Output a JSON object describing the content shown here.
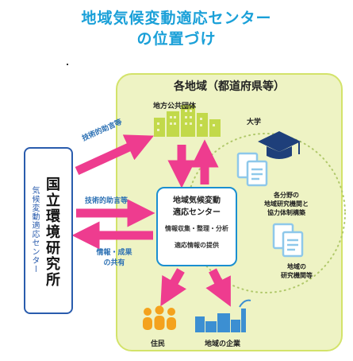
{
  "title": {
    "line1": "地域気候変動適応センター",
    "line2": "の位置づけ"
  },
  "region": {
    "title": "各地域（都道府県等）",
    "local_gov": "地方公共団体",
    "university": "大学",
    "cooperation_line1": "各分野の",
    "cooperation_line2": "地域研究機関と",
    "cooperation_line3": "協力体制構築",
    "research_line1": "地域の",
    "research_line2": "研究機関等",
    "residents": "住民",
    "companies": "地域の企業"
  },
  "nies": {
    "title": "国立環境研究所",
    "subtitle": "気候変動適応センター"
  },
  "center": {
    "title_line1": "地域気候変動",
    "title_line2": "適応センター",
    "item1": "情報収集・整理・分析",
    "item2": "適応情報の提供"
  },
  "flows": {
    "tech_advice_1": "技術的助言等",
    "tech_advice_2": "技術的助言等",
    "info_share_line1": "情報・成果",
    "info_share_line2": "の共有"
  },
  "colors": {
    "title": "#1aa0d8",
    "arrow": "#ee3c8f",
    "building": "#c2d94a",
    "doc": "#8ec8ea",
    "people": "#f4a21d",
    "factory": "#3c8fd2",
    "region_bg": "#eef3c4"
  }
}
